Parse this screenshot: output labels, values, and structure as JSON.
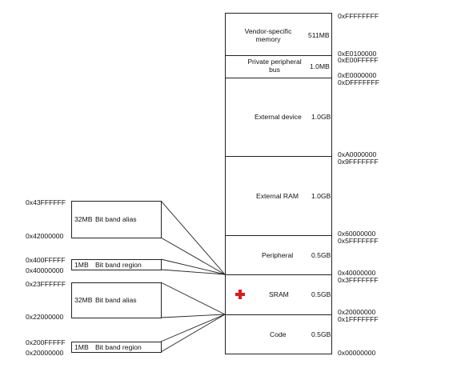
{
  "regions": [
    {
      "name": "Vendor-specific\nmemory",
      "size": "511MB",
      "top": "0xFFFFFFFF",
      "bottom": "0xE0100000"
    },
    {
      "name": "Private peripheral\nbus",
      "size": "1.0MB",
      "top": "0xE00FFFFF",
      "bottom": "0xE0000000"
    },
    {
      "name": "External device",
      "size": "1.0GB",
      "top": "0xDFFFFFFF",
      "bottom": "0xA0000000"
    },
    {
      "name": "External RAM",
      "size": "1.0GB",
      "top": "0x9FFFFFFF",
      "bottom": "0x60000000"
    },
    {
      "name": "Peripheral",
      "size": "0.5GB",
      "top": "0x5FFFFFFF",
      "bottom": "0x40000000"
    },
    {
      "name": "SRAM",
      "size": "0.5GB",
      "top": "0x3FFFFFFF",
      "bottom": "0x20000000"
    },
    {
      "name": "Code",
      "size": "0.5GB",
      "top": "0x1FFFFFFF",
      "bottom": "0x00000000"
    }
  ],
  "bitband": [
    {
      "size": "32MB",
      "label": "Bit band alias",
      "top": "0x43FFFFFF",
      "bottom": "0x42000000"
    },
    {
      "size": "1MB",
      "label": "Bit band region",
      "top": "0x400FFFFF",
      "bottom": "0x40000000"
    },
    {
      "size": "32MB",
      "label": "Bit band alias",
      "top": "0x23FFFFFF",
      "bottom": "0x22000000"
    },
    {
      "size": "1MB",
      "label": "Bit band region",
      "top": "0x200FFFFF",
      "bottom": "0x20000000"
    }
  ],
  "colors": {
    "marker": "#e0191c",
    "line": "#222222"
  },
  "icons": {
    "marker": "red-cross-marker-icon"
  }
}
